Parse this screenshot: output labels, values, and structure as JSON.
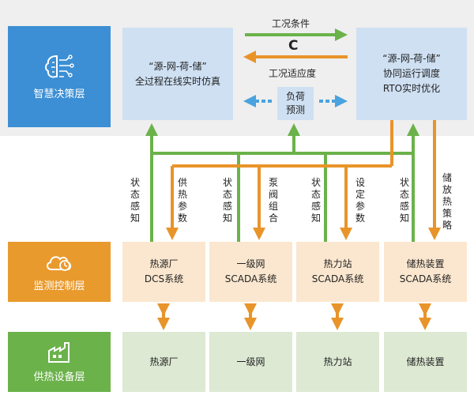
{
  "layers": {
    "decision": "智慧决策层",
    "monitor": "监测控制层",
    "equipment": "供热设备层"
  },
  "decision_boxes": {
    "sim_title": "“源-网-荷-储”",
    "sim_sub": "全过程在线实时仿真",
    "sched_title": "“源-网-荷-储”",
    "sched_sub1": "协同运行调度",
    "sched_sub2": "RTO实时优化",
    "forecast_line1": "负荷",
    "forecast_line2": "预测"
  },
  "exchange": {
    "top_label": "工况条件",
    "cycle_symbol": "C",
    "bottom_label": "工况适应度"
  },
  "signals": [
    "状态感知",
    "供热参数",
    "状态感知",
    "泵阀组合",
    "状态感知",
    "设定参数",
    "状态感知",
    "储放热策略"
  ],
  "scada_boxes": [
    {
      "line1": "热源厂",
      "line2": "DCS系统"
    },
    {
      "line1": "一级网",
      "line2": "SCADA系统"
    },
    {
      "line1": "热力站",
      "line2": "SCADA系统"
    },
    {
      "line1": "储热装置",
      "line2": "SCADA系统"
    }
  ],
  "equipment_boxes": [
    "热源厂",
    "一级网",
    "热力站",
    "储热装置"
  ],
  "colors": {
    "decision_layer": "#3c8fd4",
    "monitor_layer": "#e99a2c",
    "equipment_layer": "#6bb24a",
    "blue_box": "#cfe0f3",
    "peach_box": "#fbe7cf",
    "green_box": "#dde9d3",
    "green_arrow": "#6bb24a",
    "orange_arrow": "#e8942a",
    "dashed_arrow": "#4aa3de"
  }
}
